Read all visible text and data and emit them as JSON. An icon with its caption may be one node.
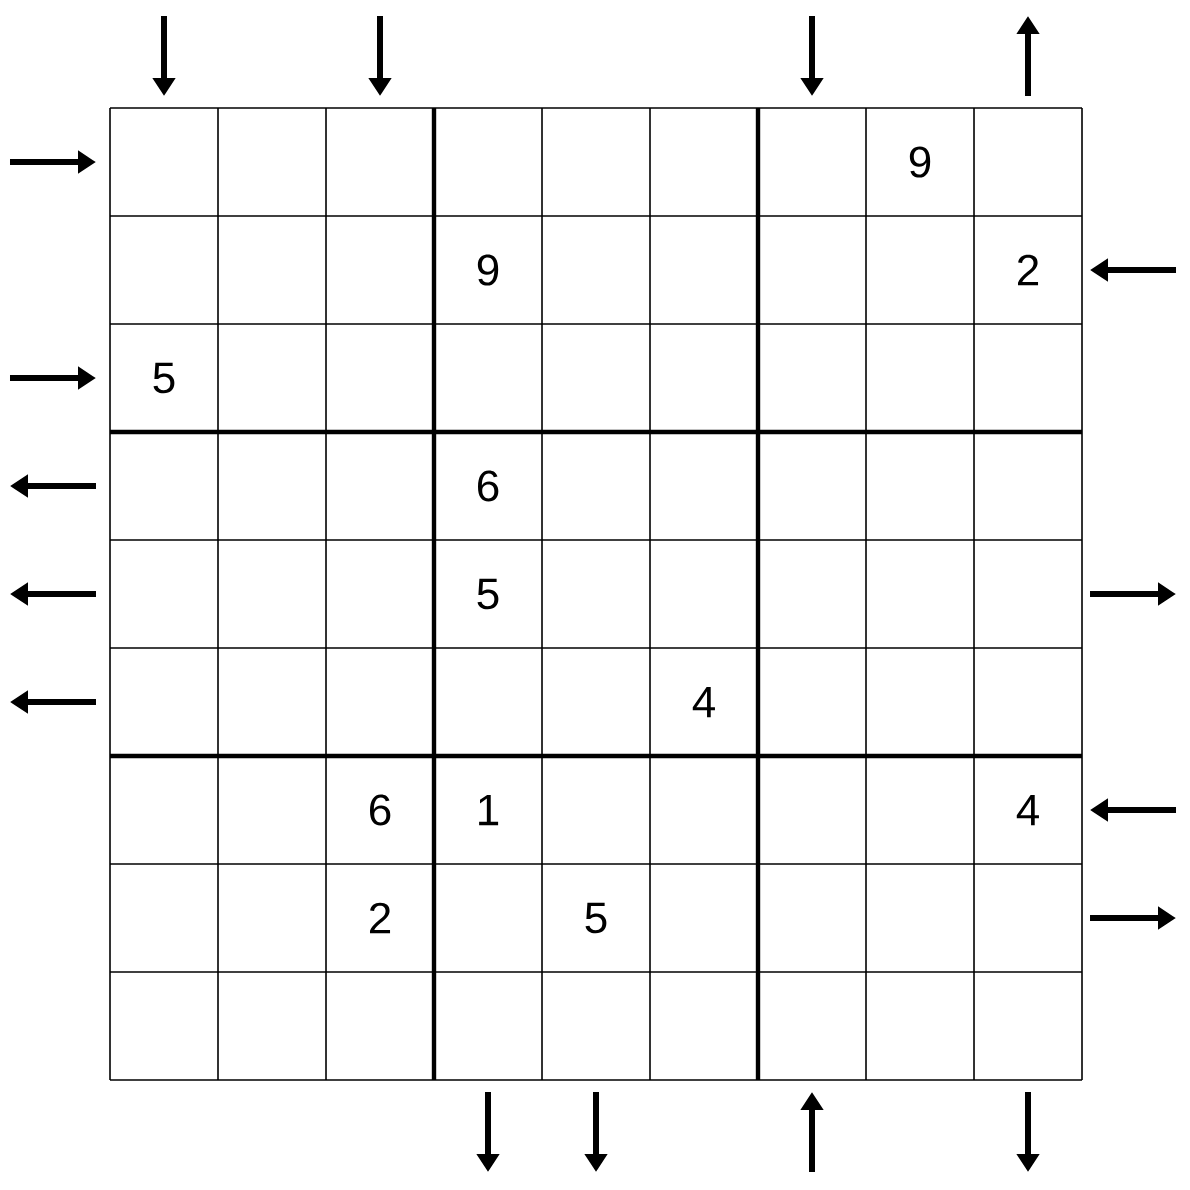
{
  "diagram": {
    "labels": [
      "9",
      "9",
      "2",
      "5",
      "6",
      "5",
      "4",
      "6",
      "1",
      "4",
      "2",
      "5"
    ]
  }
}
